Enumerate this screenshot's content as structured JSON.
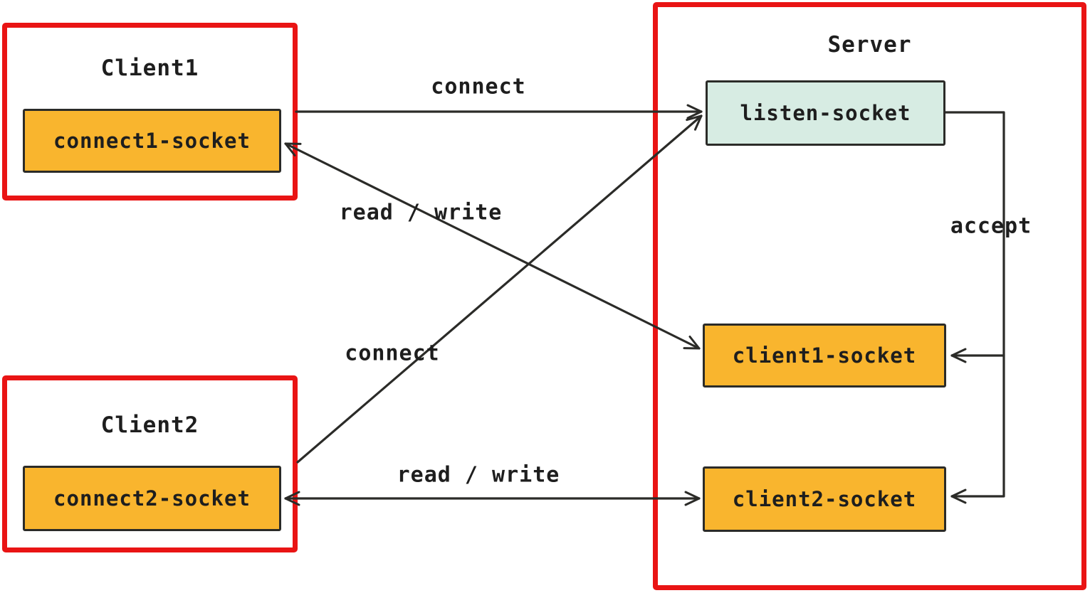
{
  "colors": {
    "red": "#e91414",
    "amber": "#f9b52e",
    "mint": "#d7ece3",
    "stroke": "#2b2b28",
    "text": "#1e1e1e",
    "bg": "#ffffff"
  },
  "groups": {
    "client1": {
      "title": "Client1",
      "socket_label": "connect1-socket"
    },
    "client2": {
      "title": "Client2",
      "socket_label": "connect2-socket"
    },
    "server": {
      "title": "Server",
      "listen_socket_label": "listen-socket",
      "client1_socket_label": "client1-socket",
      "client2_socket_label": "client2-socket"
    }
  },
  "edges": {
    "connect1": {
      "label": "connect"
    },
    "read_write1": {
      "label": "read / write"
    },
    "connect2": {
      "label": "connect"
    },
    "read_write2": {
      "label": "read / write"
    },
    "accept": {
      "label": "accept"
    }
  }
}
